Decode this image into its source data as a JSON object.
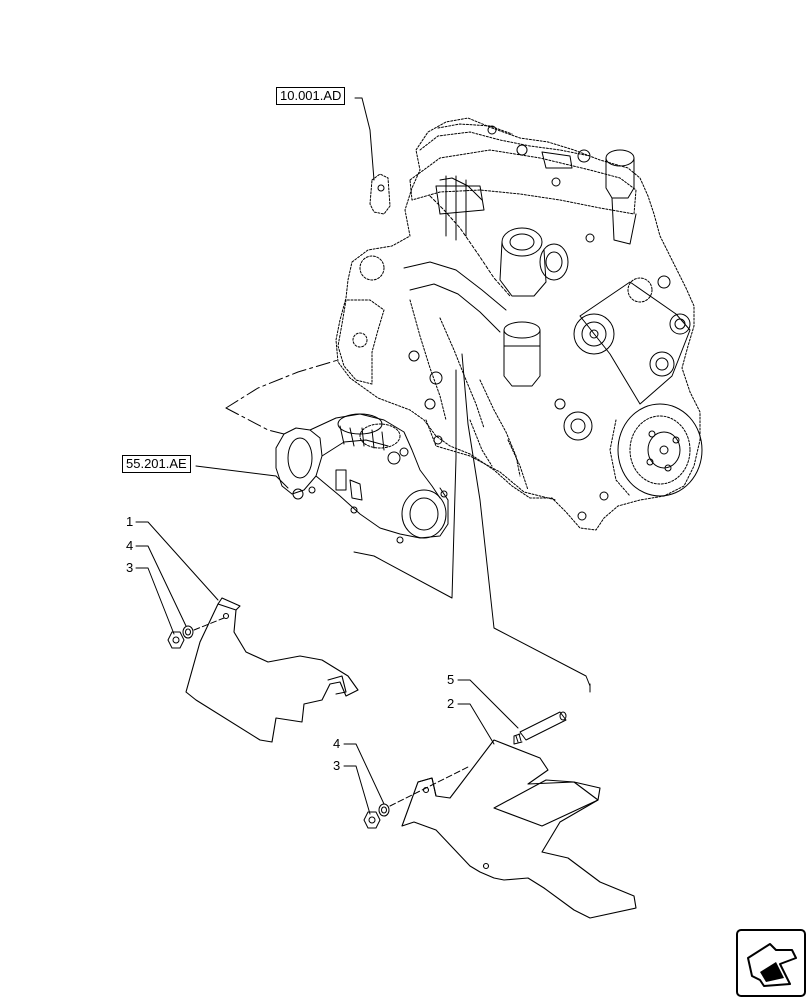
{
  "references": {
    "engine_ref": "10.001.AD",
    "starter_ref": "55.201.AE"
  },
  "callouts": {
    "upper_shield": {
      "item_1": "1",
      "item_4": "4",
      "item_3": "3"
    },
    "lower_shield": {
      "item_5": "5",
      "item_2": "2",
      "item_4": "4",
      "item_3": "3"
    }
  },
  "icons": {
    "navigation": "next-page-arrow-icon"
  }
}
